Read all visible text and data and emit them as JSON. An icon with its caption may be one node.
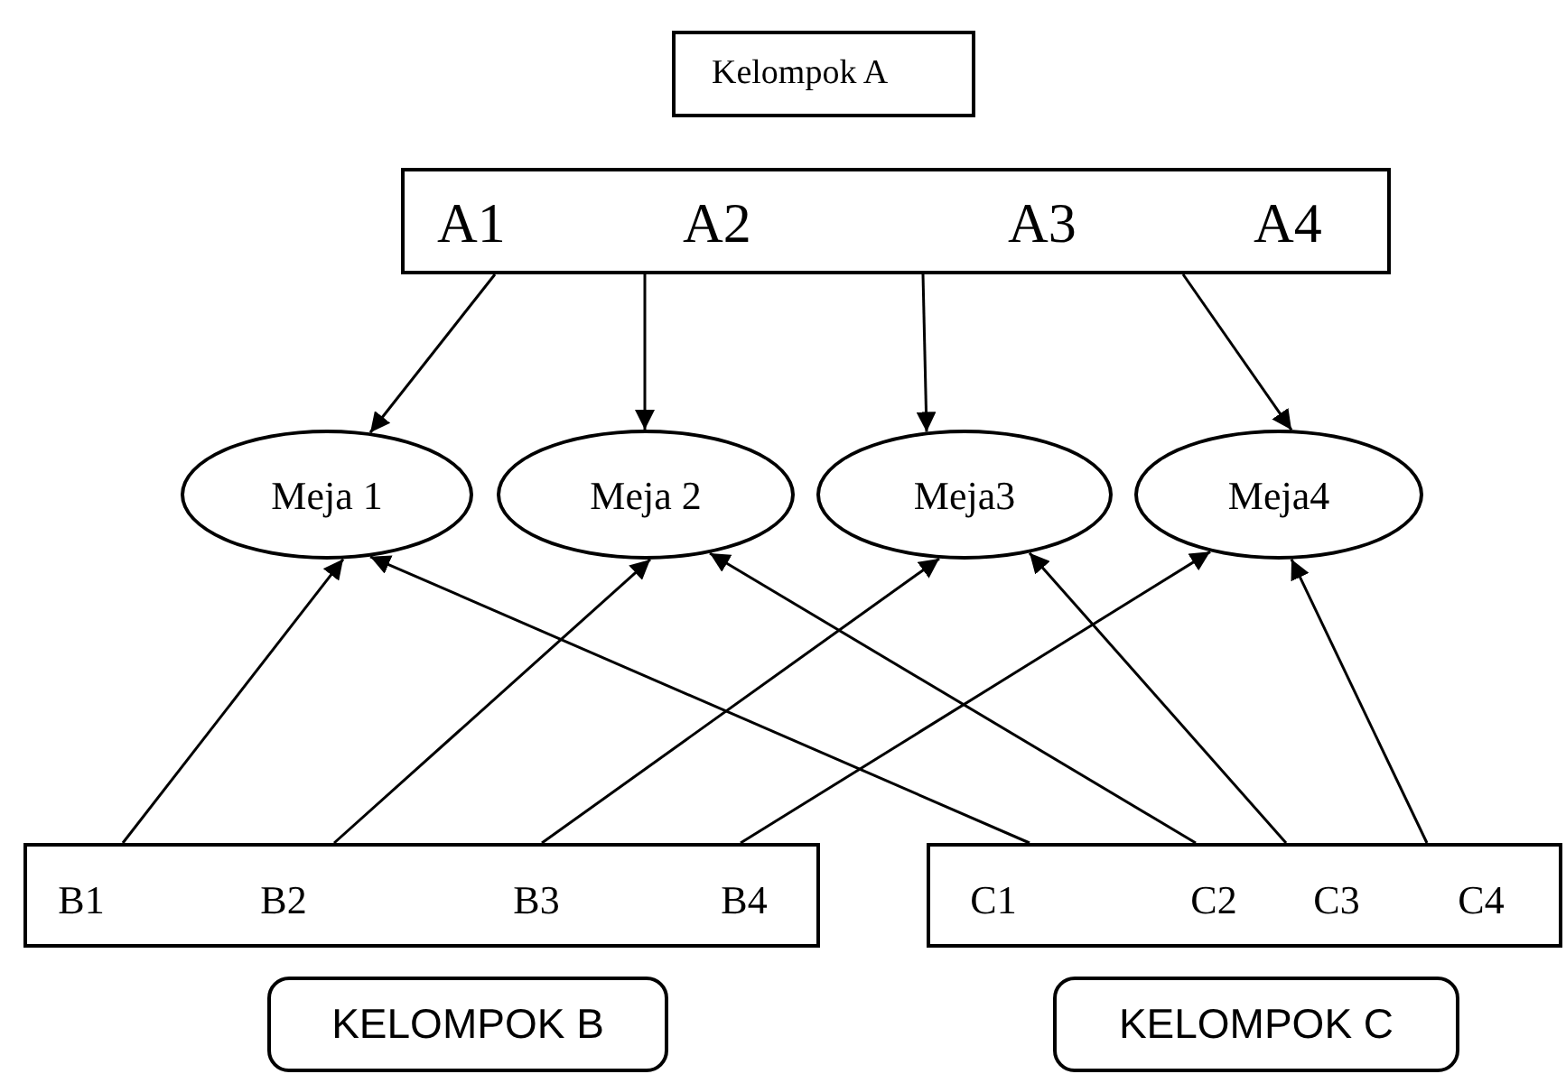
{
  "diagram": {
    "nodes": [
      {
        "text": [
          "Kelompok A"
        ]
      },
      {
        "text": [],
        "shape": "box"
      },
      {
        "text": [
          "A1"
        ],
        "in": 1
      },
      {
        "text": [
          "A2"
        ],
        "in": 1
      },
      {
        "text": [
          "A3"
        ],
        "in": 1
      },
      {
        "text": [
          "A4"
        ],
        "in": 1
      },
      {
        "text": [
          "Meja 1"
        ]
      },
      {
        "text": [
          "Meja 2"
        ]
      },
      {
        "text": [
          "Meja3"
        ]
      },
      {
        "text": [
          "Meja4"
        ]
      },
      {
        "text": [],
        "shape": "box"
      },
      {
        "text": [
          "B1"
        ],
        "in": 10
      },
      {
        "text": [
          "B2"
        ],
        "in": 10
      },
      {
        "text": [
          "B3"
        ],
        "in": 10
      },
      {
        "text": [
          "B4"
        ],
        "in": 10
      },
      {
        "text": [],
        "shape": "box"
      },
      {
        "text": [
          "C1"
        ],
        "in": 15
      },
      {
        "text": [
          "C2"
        ],
        "in": 15
      },
      {
        "text": [
          "C3"
        ],
        "in": 15
      },
      {
        "text": [
          "C4"
        ],
        "in": 15
      },
      {
        "text": [
          "KELOMPOK B"
        ]
      },
      {
        "text": [
          "KELOMPOK C"
        ]
      }
    ],
    "edges": [
      {
        "from": 2,
        "to": 6,
        "arrow": "to"
      },
      {
        "from": 3,
        "to": 7,
        "arrow": "to"
      },
      {
        "from": 4,
        "to": 8,
        "arrow": "to"
      },
      {
        "from": 5,
        "to": 9,
        "arrow": "to"
      },
      {
        "from": 11,
        "to": 6,
        "arrow": "to"
      },
      {
        "from": 12,
        "to": 7,
        "arrow": "to"
      },
      {
        "from": 13,
        "to": 8,
        "arrow": "to"
      },
      {
        "from": 14,
        "to": 9,
        "arrow": "to"
      },
      {
        "from": 16,
        "to": 6,
        "arrow": "to"
      },
      {
        "from": 17,
        "to": 7,
        "arrow": "to"
      },
      {
        "from": 18,
        "to": 8,
        "arrow": "to"
      },
      {
        "from": 19,
        "to": 9,
        "arrow": "to"
      }
    ]
  }
}
